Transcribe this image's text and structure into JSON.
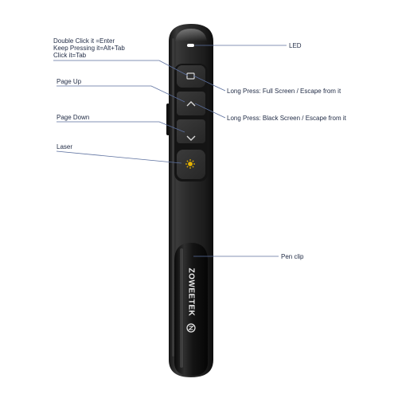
{
  "labels": {
    "double_click": "Double Click it =Enter",
    "keep_pressing": "Keep Pressing it=Alt+Tab",
    "click_tab": "Click it=Tab",
    "page_up": "Page Up",
    "page_down": "Page Down",
    "laser": "Laser",
    "led": "LED",
    "full_screen": "Long Press: Full Screen / Escape from it",
    "black_screen": "Long Press: Black Screen / Escape from it",
    "pen_clip": "Pen clip"
  },
  "brand": "ZOWEETEK",
  "colors": {
    "body": "#262626",
    "button": "#303030",
    "leader_line": "#5b6f9e",
    "laser": "#e6b300",
    "led": "#ffffff",
    "label_text": "#1f2a44"
  },
  "icons": {
    "tab_button": "square-icon",
    "page_up_button": "chevron-up-icon",
    "page_down_button": "chevron-down-icon",
    "laser_button": "sun-icon",
    "brand_logo": "zoweetek-logo-icon"
  }
}
